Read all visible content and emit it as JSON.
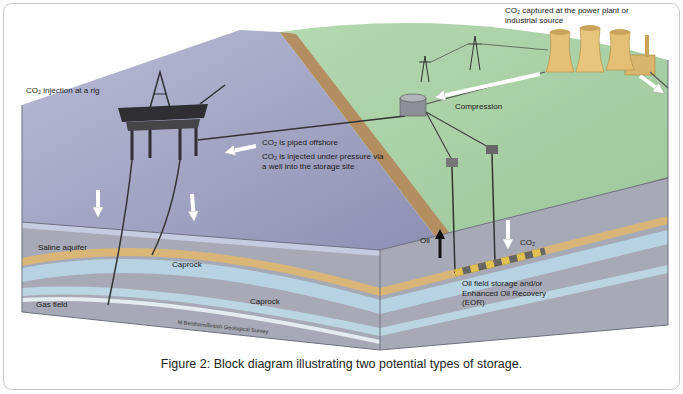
{
  "diagram": {
    "caption": "Figure 2: Block diagram illustrating two potential types of storage.",
    "labels": [
      "CO₂ captured at the power plant or industrial source",
      "CO₂ injection at a rig",
      "Compression",
      "CO₂ is piped offshore",
      "CO₂ is injected under pressure via a well into the storage site",
      "Saline aquifer",
      "Caprock",
      "Gas field",
      "Caprock",
      "Oil",
      "CO₂",
      "Oil field storage and/or Enhanced Oil Recovery (EOR)",
      "M Bentham/British Geological Survey"
    ]
  }
}
